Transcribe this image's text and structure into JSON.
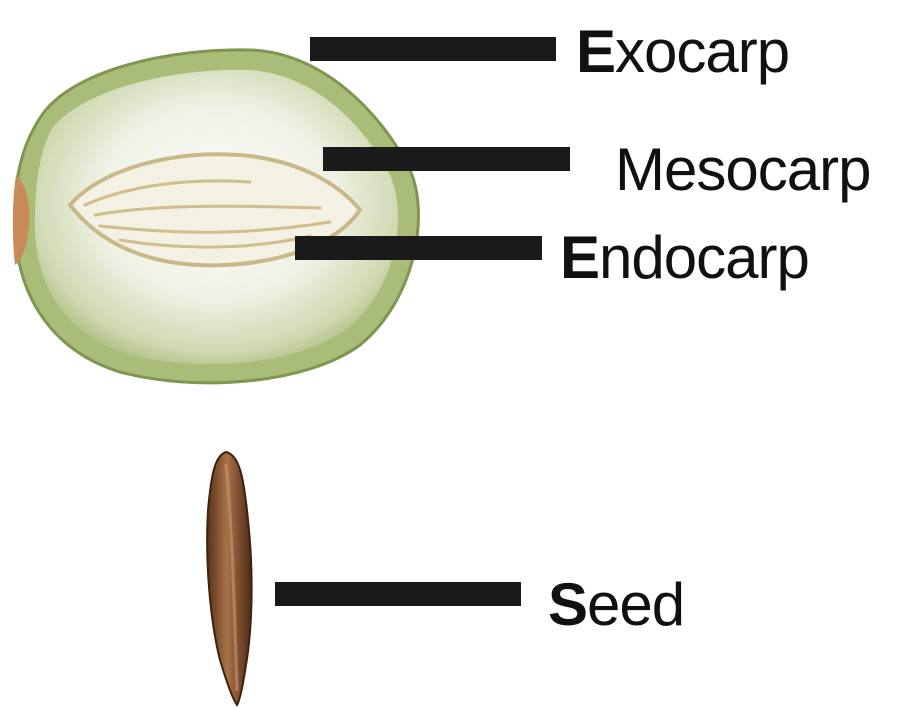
{
  "labels": {
    "exocarp": {
      "initial": "E",
      "rest": "xocarp"
    },
    "mesocarp": {
      "initial": "",
      "rest": "Mesocarp"
    },
    "endocarp": {
      "initial": "E",
      "rest": "ndocarp"
    },
    "seed": {
      "initial": "S",
      "rest": "eed"
    }
  },
  "colors": {
    "leader_line": "#1a1a1a",
    "exocarp_skin": "#b9c98a",
    "exocarp_edge": "#7f9650",
    "mesocarp_flesh": "#eef0e2",
    "endocarp_core": "#d9cfae",
    "seed_body": "#7a4a2a",
    "seed_highlight": "#b07a55"
  }
}
